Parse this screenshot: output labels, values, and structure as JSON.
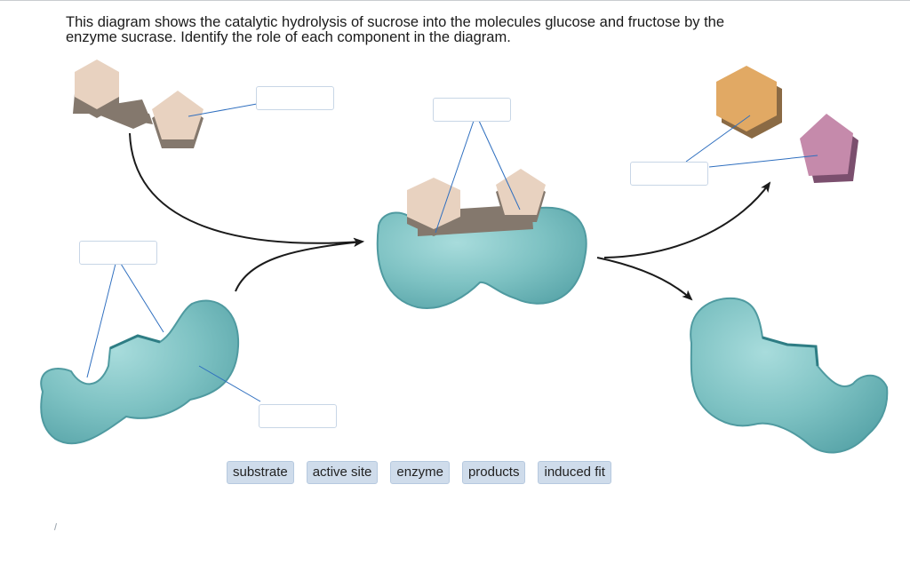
{
  "question": {
    "line1": "This diagram shows the catalytic hydrolysis of sucrose into the molecules glucose and fructose by the",
    "line2": "enzyme sucrase. Identify the role of each component in the diagram."
  },
  "word_bank": [
    "substrate",
    "active site",
    "enzyme",
    "products",
    "induced fit"
  ],
  "drop_targets": [
    "",
    "",
    "",
    "",
    ""
  ],
  "colors": {
    "enzyme": "#76bcbf",
    "enzyme_edge": "#4f9aa0",
    "substrate": "#e8d2c0",
    "substrate_shadow": "#84786d",
    "glucose_product": "#e1a964",
    "fructose_product": "#c58aab",
    "leader_line": "#2f6fbf",
    "chip_bg": "#cfdceb"
  }
}
